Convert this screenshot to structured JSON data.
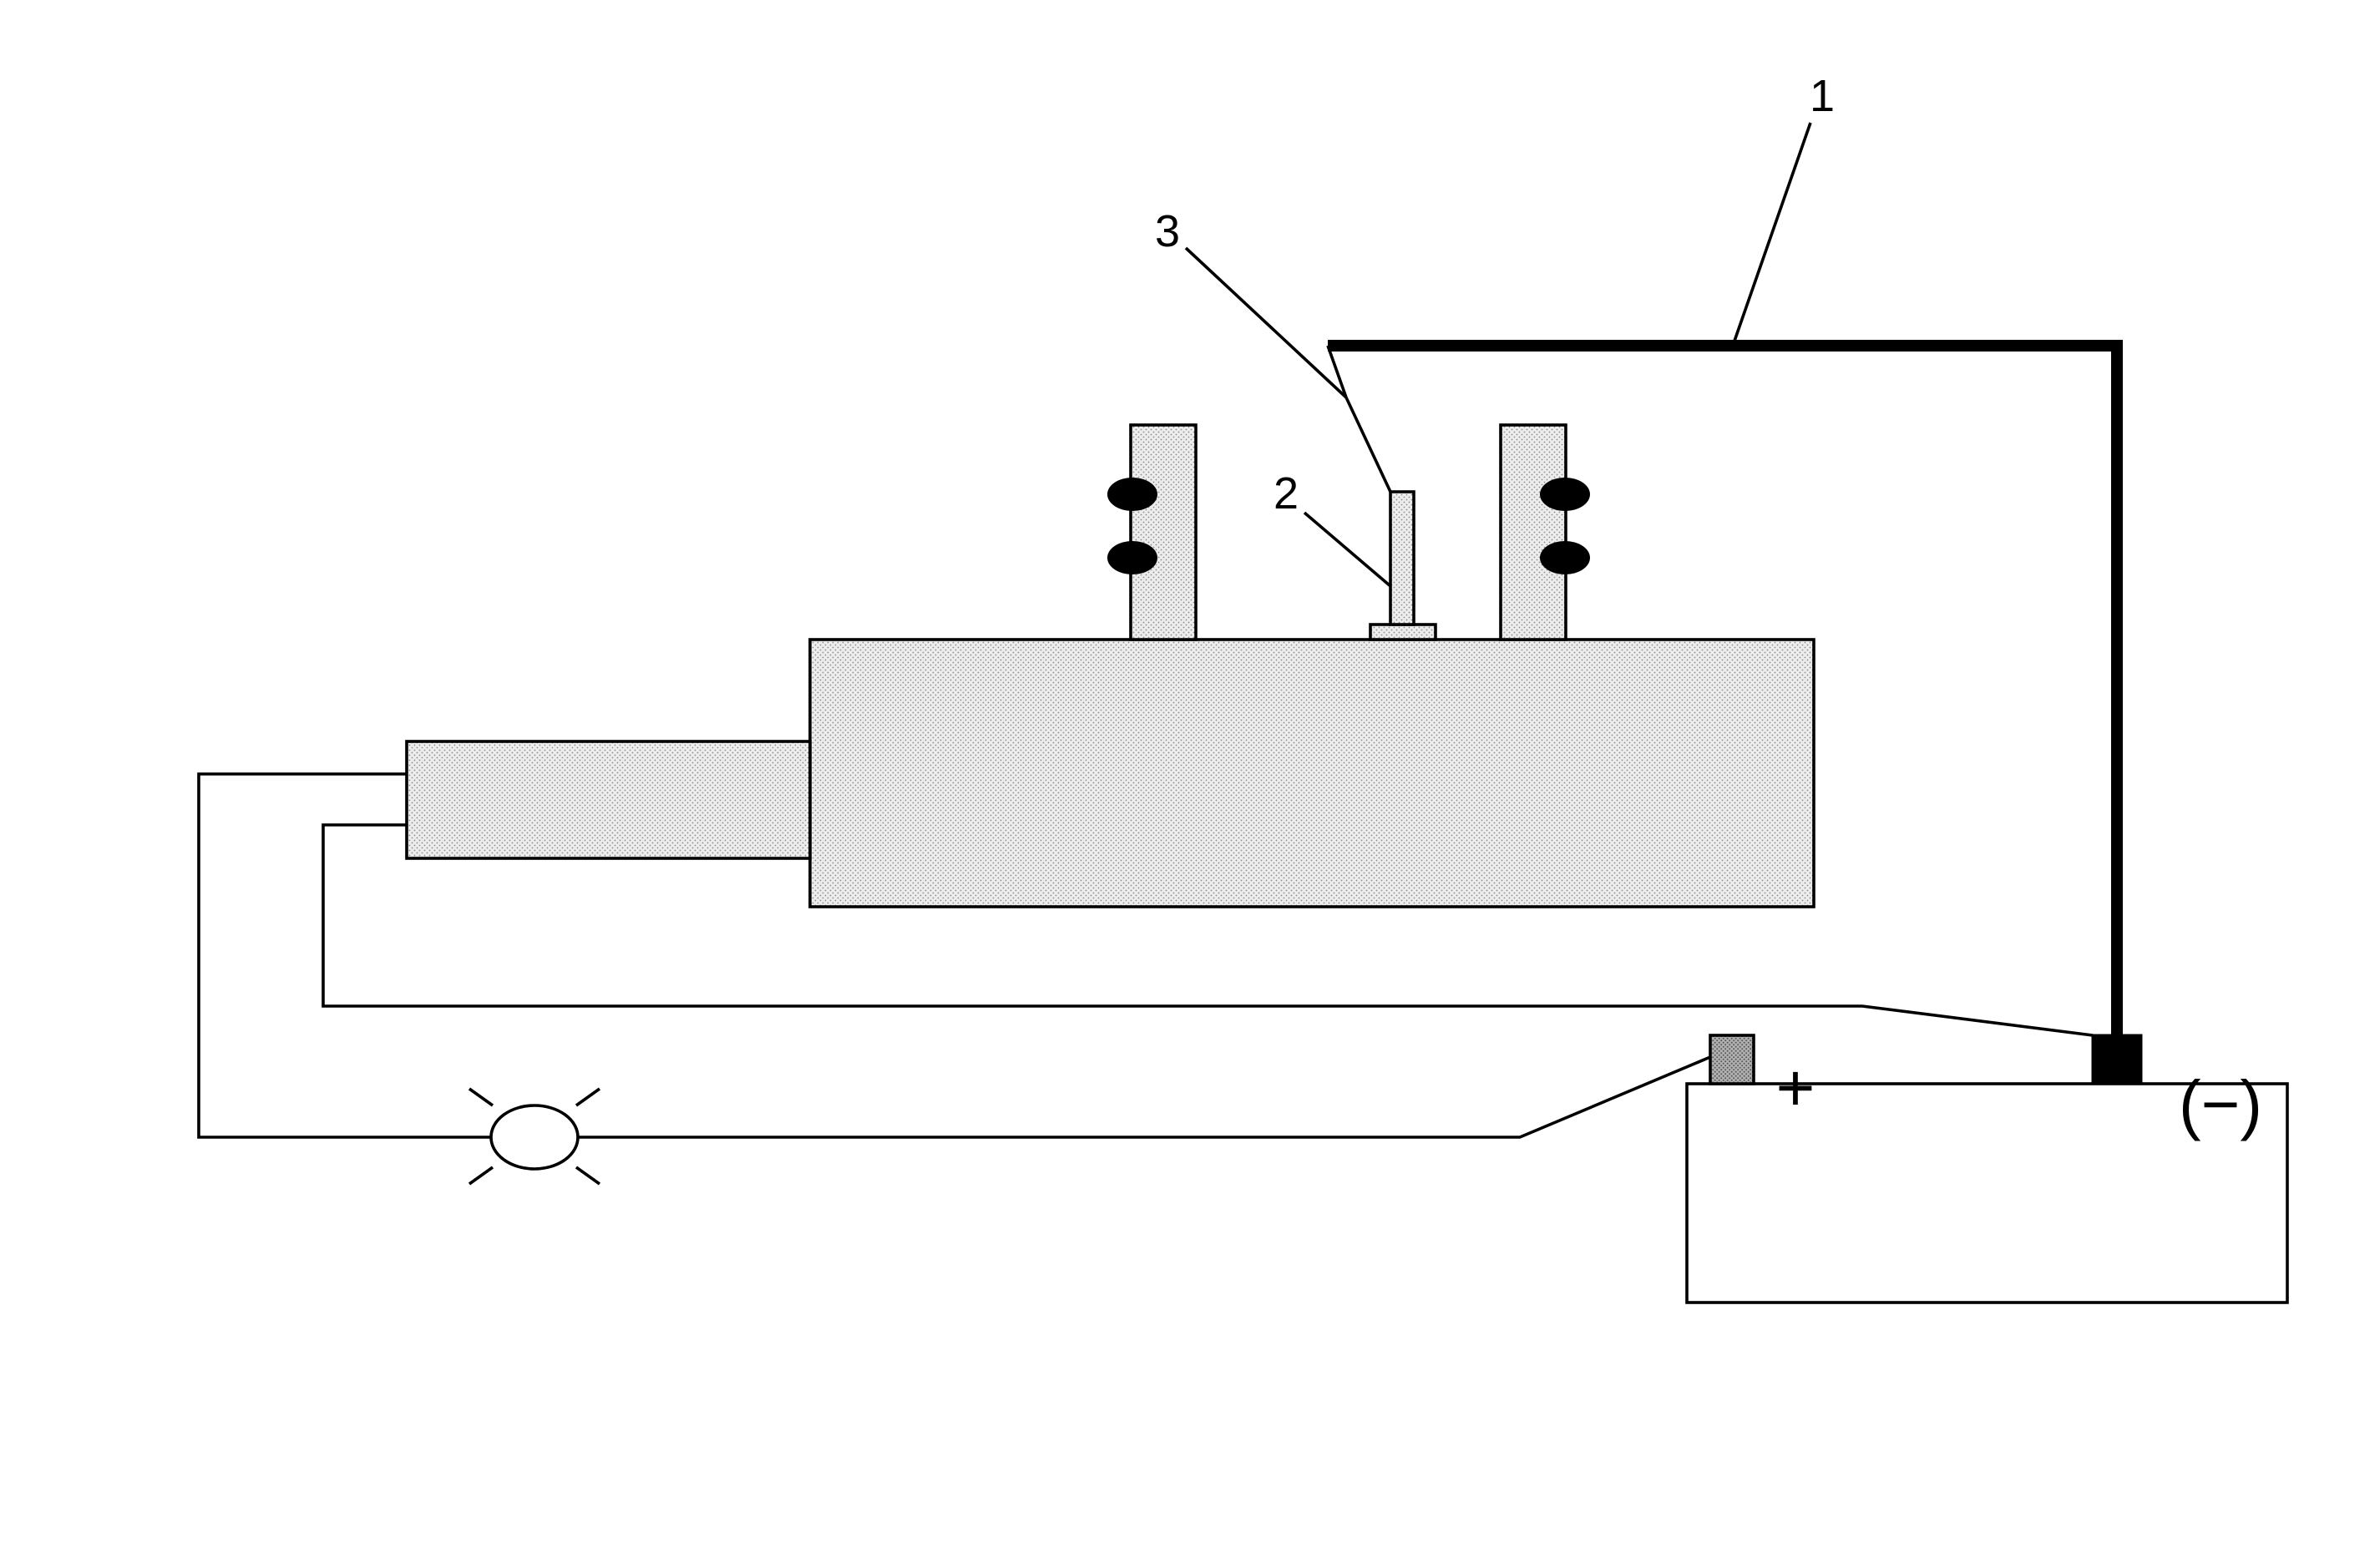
{
  "callouts": [
    {
      "id": "1",
      "label": "1"
    },
    {
      "id": "2",
      "label": "2"
    },
    {
      "id": "3",
      "label": "3"
    }
  ],
  "battery": {
    "positive_label": "+",
    "negative_label": "(−)"
  },
  "colors": {
    "line": "#000000",
    "stipple_fill": "#e4e4e4",
    "terminal_fill": "#9a9a9a"
  }
}
